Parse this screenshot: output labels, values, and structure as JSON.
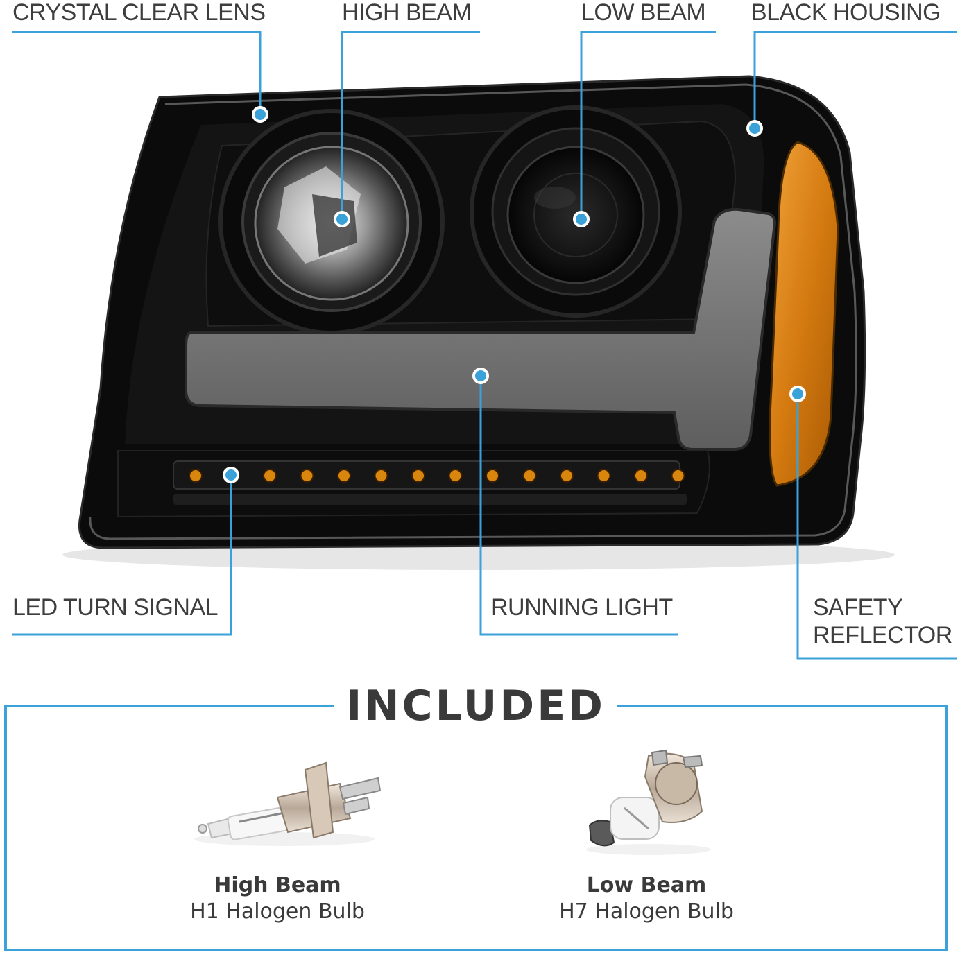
{
  "callouts": {
    "crystal_clear_lens": "CRYSTAL CLEAR LENS",
    "high_beam": "HIGH BEAM",
    "low_beam": "LOW BEAM",
    "black_housing": "BLACK HOUSING",
    "led_turn_signal": "LED TURN SIGNAL",
    "running_light": "RUNNING LIGHT",
    "safety_reflector": "SAFETY REFLECTOR"
  },
  "included": {
    "title": "INCLUDED",
    "items": [
      {
        "name": "High Beam",
        "desc": "H1 Halogen Bulb"
      },
      {
        "name": "Low Beam",
        "desc": "H7 Halogen Bulb"
      }
    ]
  },
  "colors": {
    "accent": "#3aa2d8",
    "housing": "#0b0b0b",
    "amber": "#d9860f",
    "text": "#3d3d3d"
  }
}
